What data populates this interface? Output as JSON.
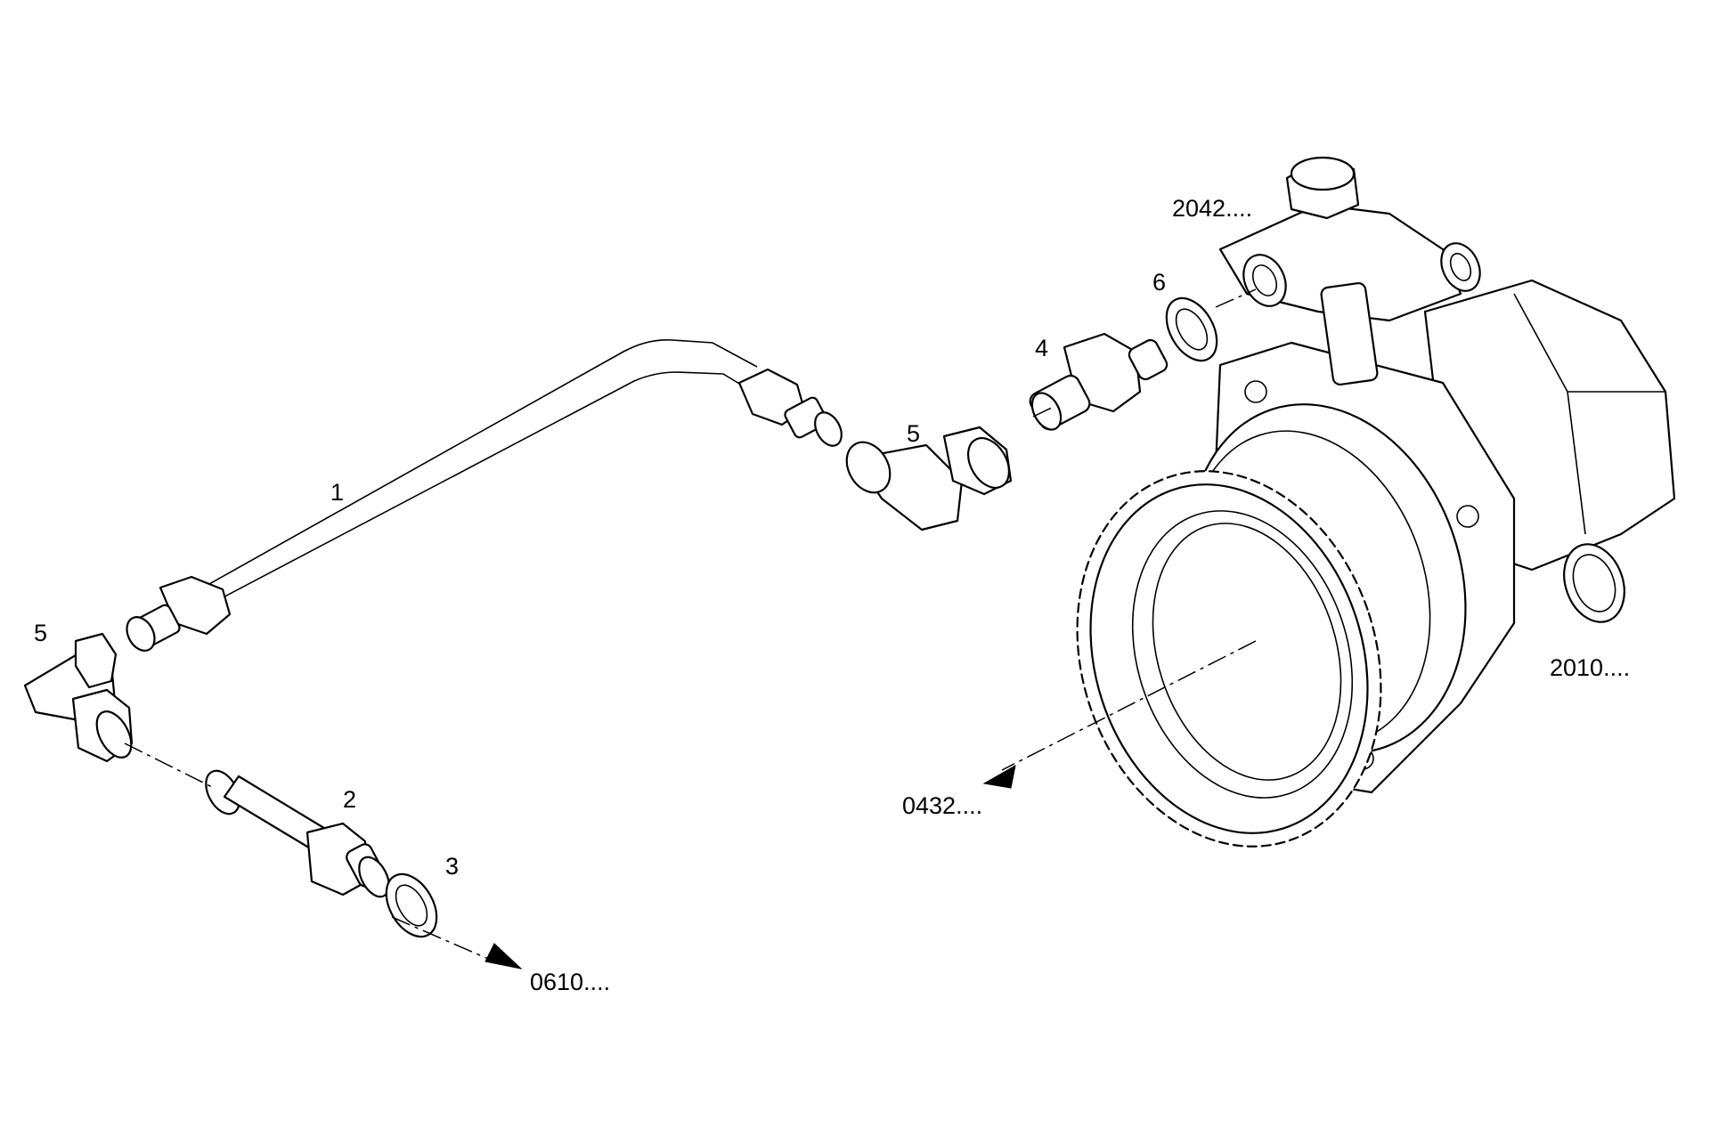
{
  "callouts": {
    "pipe": "1",
    "filter": "2",
    "washer_lower": "3",
    "union_fitting": "4",
    "elbow_upper": "5",
    "elbow_lower": "5",
    "washer_upper": "6",
    "ref_top": "2042....",
    "ref_pump": "2010....",
    "ref_gear": "0432....",
    "ref_bottom": "0610...."
  },
  "colors": {
    "line": "#000000",
    "background": "#ffffff"
  }
}
